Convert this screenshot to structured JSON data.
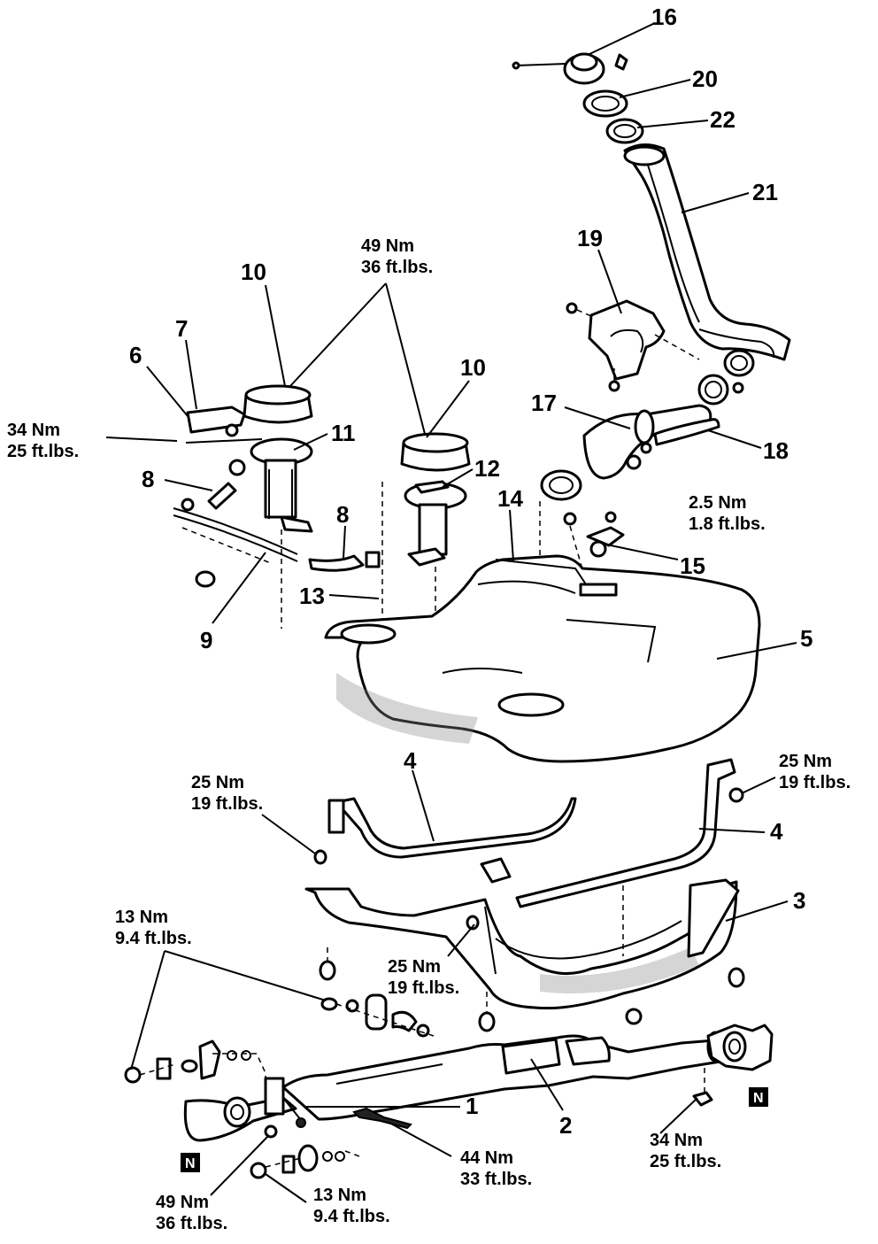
{
  "diagram": {
    "callouts": {
      "c1": "1",
      "c2": "2",
      "c3": "3",
      "c4a": "4",
      "c4b": "4",
      "c5": "5",
      "c6": "6",
      "c7": "7",
      "c8a": "8",
      "c8b": "8",
      "c9": "9",
      "c10a": "10",
      "c10b": "10",
      "c11": "11",
      "c12": "12",
      "c13": "13",
      "c14": "14",
      "c15": "15",
      "c16": "16",
      "c17": "17",
      "c18": "18",
      "c19": "19",
      "c20": "20",
      "c21": "21",
      "c22": "22"
    },
    "torque_specs": {
      "t_49_top": {
        "nm": "49 Nm",
        "ftlbs": "36 ft.lbs."
      },
      "t_34_left": {
        "nm": "34 Nm",
        "ftlbs": "25 ft.lbs."
      },
      "t_25_right": {
        "nm": "25 Nm",
        "ftlbs": "19 ft.lbs."
      },
      "t_25_left": {
        "nm": "25 Nm",
        "ftlbs": "19 ft.lbs."
      },
      "t_25_center": {
        "nm": "25 Nm",
        "ftlbs": "19 ft.lbs."
      },
      "t_2_5": {
        "nm": "2.5 Nm",
        "ftlbs": "1.8 ft.lbs."
      },
      "t_13_upper": {
        "nm": "13 Nm",
        "ftlbs": "9.4 ft.lbs."
      },
      "t_44": {
        "nm": "44 Nm",
        "ftlbs": "33 ft.lbs."
      },
      "t_34_right": {
        "nm": "34 Nm",
        "ftlbs": "25 ft.lbs."
      },
      "t_49_bottom": {
        "nm": "49 Nm",
        "ftlbs": "36 ft.lbs."
      },
      "t_13_lower": {
        "nm": "13 Nm",
        "ftlbs": "9.4 ft.lbs."
      }
    },
    "n_marks": {
      "n_left": "N",
      "n_right": "N"
    }
  }
}
